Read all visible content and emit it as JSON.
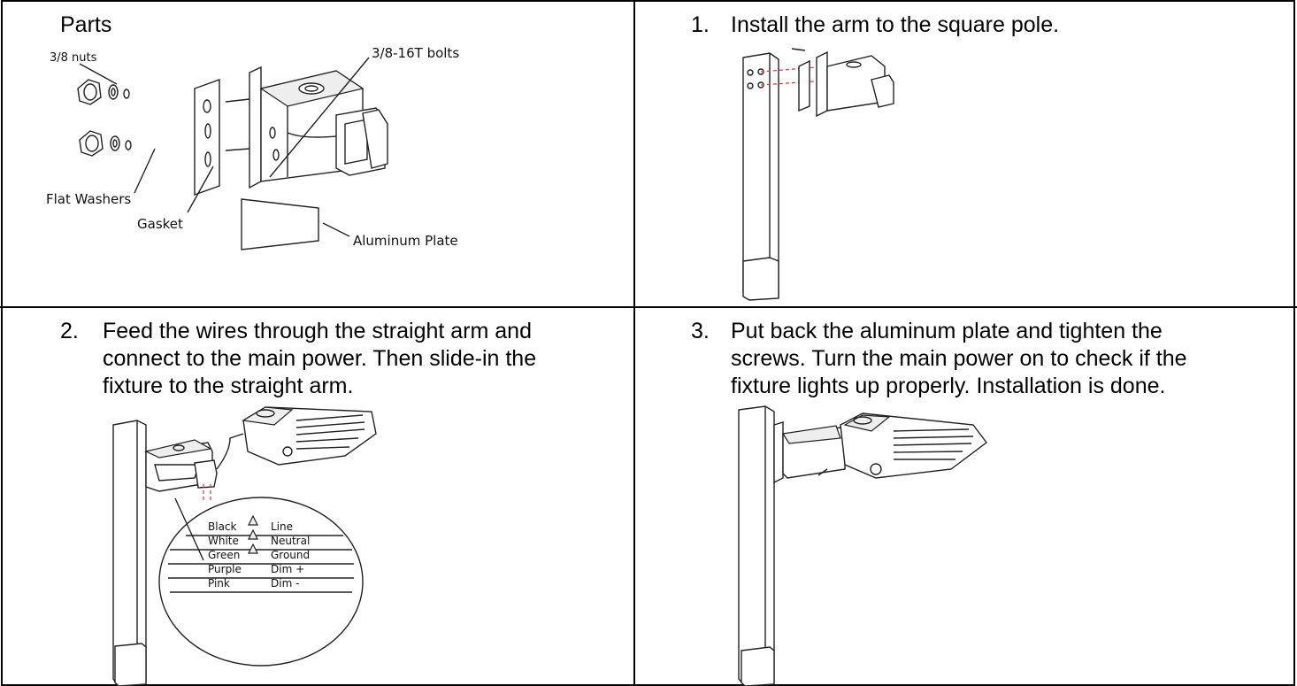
{
  "parts": {
    "heading": "Parts",
    "labels": {
      "nuts": "3/8 nuts",
      "bolts": "3/8-16T bolts",
      "washers": "Flat Washers",
      "gasket": "Gasket",
      "plate": "Aluminum Plate"
    }
  },
  "steps": [
    {
      "number": "1.",
      "lines": [
        "Install the arm to the square pole."
      ]
    },
    {
      "number": "2.",
      "lines": [
        "Feed the wires through the straight arm and",
        "connect to the main power. Then slide-in the",
        "fixture to the straight arm."
      ]
    },
    {
      "number": "3.",
      "lines": [
        "Put back the aluminum plate and tighten the",
        "screws. Turn the main power on to check if the",
        "fixture lights up properly. Installation is done."
      ]
    }
  ],
  "wiring": [
    {
      "wire": "Black",
      "connection": "Line",
      "connector": true
    },
    {
      "wire": "White",
      "connection": "Neutral",
      "connector": true
    },
    {
      "wire": "Green",
      "connection": "Ground",
      "connector": true
    },
    {
      "wire": "Purple",
      "connection": "Dim +",
      "connector": false
    },
    {
      "wire": "Pink",
      "connection": "Dim -",
      "connector": false
    }
  ]
}
